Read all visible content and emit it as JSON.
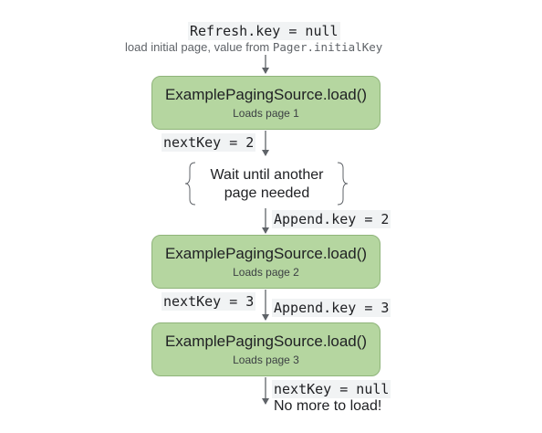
{
  "refresh": {
    "code": "Refresh.key = null",
    "note_prefix": "load initial page, value from ",
    "note_code": "Pager.initialKey"
  },
  "nodes": [
    {
      "title": "ExamplePagingSource.load()",
      "subtitle": "Loads page 1"
    },
    {
      "title": "ExamplePagingSource.load()",
      "subtitle": "Loads page 2"
    },
    {
      "title": "ExamplePagingSource.load()",
      "subtitle": "Loads page 3"
    }
  ],
  "labels": {
    "next_key_1": "nextKey = 2",
    "wait_line1": "Wait until another",
    "wait_line2": "page needed",
    "append_1": "Append.key = 2",
    "next_key_2": "nextKey = 3",
    "append_2": "Append.key = 3",
    "next_key_3": "nextKey = null",
    "end": "No more to load!"
  },
  "colors": {
    "node_fill": "#b5d6a0",
    "node_border": "#8fb47a",
    "code_bg": "#f1f3f4",
    "arrow": "#5f6368"
  }
}
